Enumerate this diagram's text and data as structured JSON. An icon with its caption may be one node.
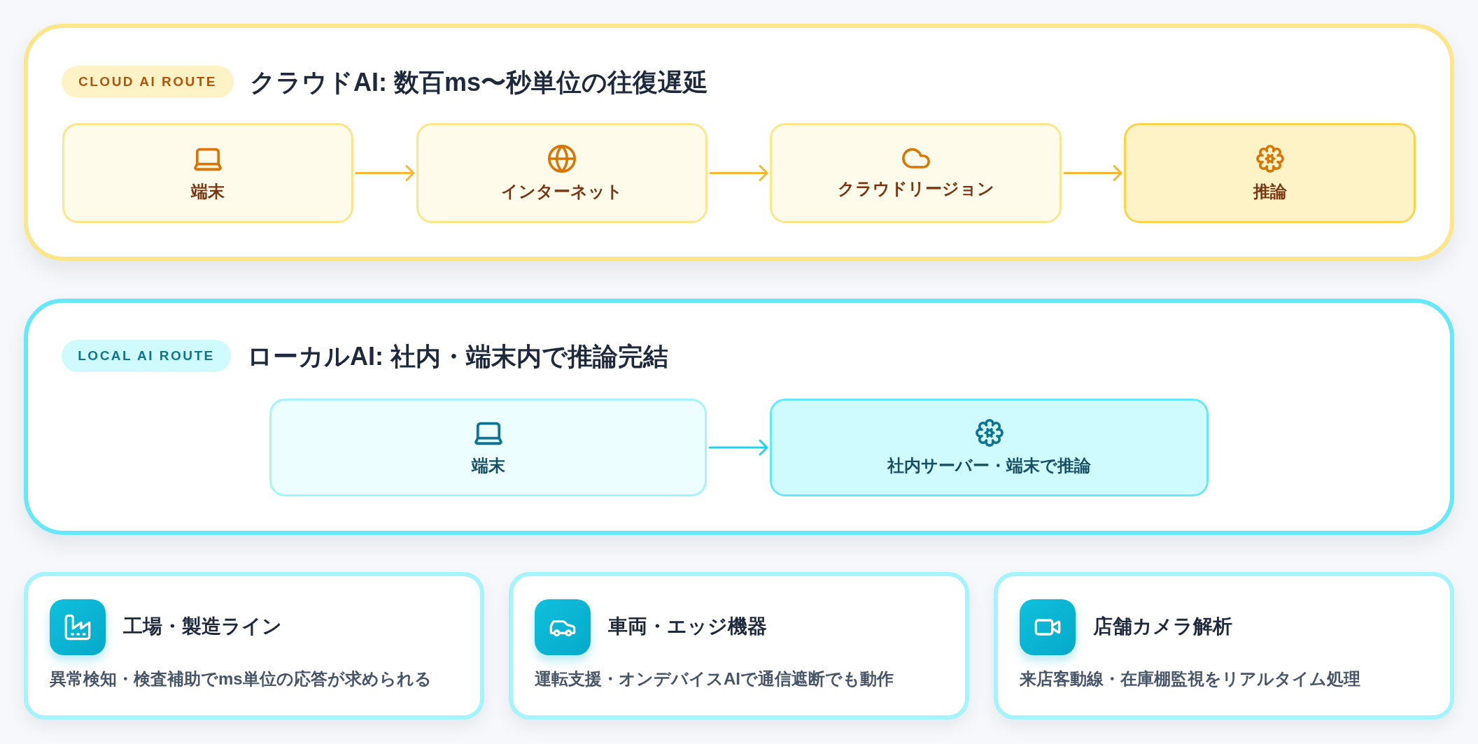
{
  "diagram": {
    "nodes": [
      {
        "text": [
          "クラウドAI: 数百ms〜秒単位の往復遅延"
        ]
      },
      {
        "text": [
          "CLOUD AI ROUTE"
        ],
        "in": 0
      },
      {
        "text": [
          "端末"
        ],
        "in": 0
      },
      {
        "text": [
          "インターネット"
        ],
        "in": 0
      },
      {
        "text": [
          "クラウドリージョン"
        ],
        "in": 0
      },
      {
        "text": [
          "推論"
        ],
        "in": 0
      },
      {
        "text": [
          "ローカルAI: 社内・端末内で推論完結"
        ]
      },
      {
        "text": [
          "LOCAL AI ROUTE"
        ],
        "in": 6
      },
      {
        "text": [
          "端末"
        ],
        "in": 6
      },
      {
        "text": [
          "社内サーバー・端末で推論"
        ],
        "in": 6
      },
      {
        "text": [
          "工場・製造ライン",
          "異常検知・検査補助でms単位の応答が求められる"
        ]
      },
      {
        "text": [
          "車両・エッジ機器",
          "運転支援・オンデバイスAIで通信遮断でも動作"
        ]
      },
      {
        "text": [
          "店舗カメラ解析",
          "来店客動線・在庫棚監視をリアルタイム処理"
        ]
      }
    ],
    "edges": [
      {
        "from": 2,
        "to": 3,
        "arrow": "to"
      },
      {
        "from": 3,
        "to": 4,
        "arrow": "to"
      },
      {
        "from": 4,
        "to": 5,
        "arrow": "to"
      },
      {
        "from": 8,
        "to": 9,
        "arrow": "to",
        "color": "#22d3ee"
      }
    ]
  }
}
